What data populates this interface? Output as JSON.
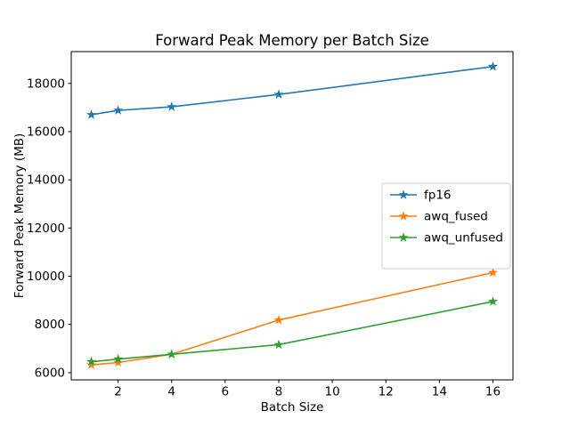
{
  "chart_data": {
    "type": "line",
    "title": "Forward Peak Memory per Batch Size",
    "xlabel": "Batch Size",
    "ylabel": "Forward Peak Memory (MB)",
    "x": [
      1,
      2,
      4,
      8,
      16
    ],
    "series": [
      {
        "name": "fp16",
        "color": "#1f77b4",
        "values": [
          16700,
          16880,
          17030,
          17540,
          18700
        ]
      },
      {
        "name": "awq_fused",
        "color": "#ff7f0e",
        "values": [
          6320,
          6420,
          6760,
          8180,
          10150
        ]
      },
      {
        "name": "awq_unfused",
        "color": "#2ca02c",
        "values": [
          6450,
          6560,
          6760,
          7160,
          8950
        ]
      }
    ],
    "marker": "star",
    "xlim": [
      0.25,
      16.75
    ],
    "ylim": [
      5700,
      19320
    ],
    "xticks": [
      2,
      4,
      6,
      8,
      10,
      12,
      14,
      16
    ],
    "yticks": [
      6000,
      8000,
      10000,
      12000,
      14000,
      16000,
      18000
    ],
    "grid": false,
    "legend": {
      "position": "center-right",
      "border_color": "#cccccc",
      "background": "#ffffff"
    },
    "axis_color": "#000000",
    "background_color": "#ffffff"
  }
}
